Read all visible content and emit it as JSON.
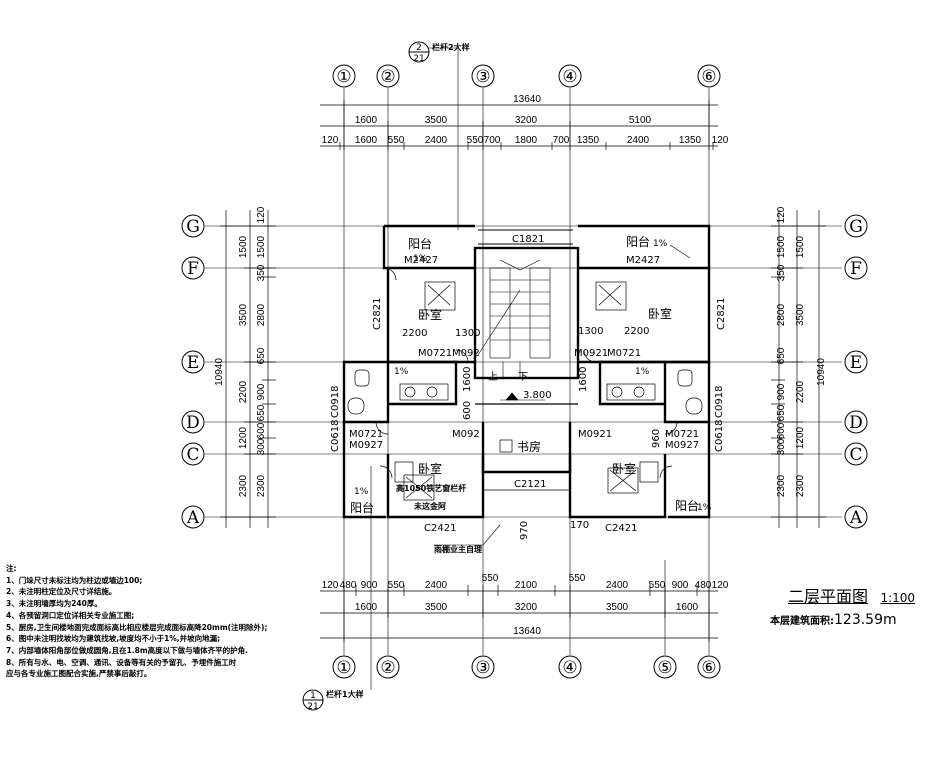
{
  "axes_top": [
    "①",
    "②",
    "③",
    "④",
    "⑥"
  ],
  "axes_bottom": [
    "①",
    "②",
    "③",
    "④",
    "⑤",
    "⑥"
  ],
  "axes_side": [
    "G",
    "F",
    "E",
    "D",
    "C",
    "A"
  ],
  "top_dims": {
    "total": "13640",
    "row1": [
      "1600",
      "3500",
      "3200",
      "5100"
    ],
    "row2": [
      "120",
      "1600",
      "550",
      "2400",
      "550",
      "700",
      "1800",
      "700",
      "1350",
      "2400",
      "1350",
      "120"
    ]
  },
  "bottom_dims": {
    "total": "13640",
    "row1": [
      "1600",
      "3500",
      "3200",
      "3500",
      "1600"
    ],
    "row2": [
      "120",
      "480",
      "900",
      "550",
      "2400",
      "550",
      "2100",
      "550",
      "2400",
      "550",
      "900",
      "480",
      "120"
    ]
  },
  "left_dims": {
    "total": "10940",
    "outer": [
      "1500",
      "3500",
      "2200",
      "1200",
      "2300"
    ],
    "inner": [
      "120",
      "1500",
      "350",
      "2800",
      "650",
      "900",
      "650",
      "600",
      "300",
      "2300"
    ]
  },
  "right_dims": {
    "total": "10940",
    "outer": [
      "1500",
      "3500",
      "2200",
      "1200",
      "2300"
    ],
    "inner": [
      "120",
      "1500",
      "350",
      "2800",
      "650",
      "900",
      "650",
      "600",
      "300",
      "2300"
    ]
  },
  "rooms": {
    "balcony_top_left": "阳台",
    "balcony_top_right": "阳台",
    "bedroom_left": "卧室",
    "bedroom_right": "卧室",
    "study": "书房",
    "bedroom_bottom_left": "卧室",
    "bedroom_bottom_right": "卧室",
    "balcony_bottom_left": "阳台",
    "balcony_bottom_right": "阳台",
    "stair_up": "上",
    "stair_down": "下",
    "level": "3.800"
  },
  "labels": {
    "c1821": "C1821",
    "m2427_l": "M2427",
    "m2427_r": "M2427",
    "c2821_l": "C2821",
    "c2821_r": "C2821",
    "d2200_l": "2200",
    "d1300_l": "1300",
    "d1300_r": "1300",
    "d2200_r": "2200",
    "m0721_l": "M0721",
    "m092_l": "M092",
    "m092_r": "M0921",
    "m0721_r": "M0721",
    "c0918_l": "C0918",
    "c0918_r": "C0918",
    "d1600_l": "1600",
    "d1600_r": "1600",
    "m0927_l": "M0927",
    "m0927_r": "M0927",
    "m092b_l": "M092",
    "m092b_r": "M0921",
    "c0618_l": "C0618",
    "c0618_r": "C0618",
    "m0721b_l": "M0721",
    "m0721b_r": "M0721",
    "c2121": "C2121",
    "c2421_l": "C2421",
    "c2421_r": "C2421",
    "d960": "960",
    "d970": "970",
    "d170": "170",
    "d600": "600",
    "rail_note": "高1050铁艺窗栏杆",
    "awning": "未这金阿",
    "rain_note": "雨棚业主自理",
    "pct_1": "1%",
    "pct_2": "1%",
    "pct_3": "1%",
    "pct_4": "1%",
    "pct_5": "1%",
    "pct_6": "1%",
    "rail2": "栏杆2大样",
    "rail1": "栏杆1大样",
    "detail_num_top": "2",
    "detail_den_top": "21",
    "detail_num_bot": "1",
    "detail_den_bot": "21"
  },
  "notes": [
    "注:",
    "1、门垛尺寸未标注均为柱边或墙边100;",
    "2、未注明柱定位及尺寸详结施。",
    "3、未注明墙厚均为240厚。",
    "4、各预留洞口定位详相关专业施工图;",
    "5、厨房,卫生间楼地面完成面标高比相应楼层完成面标高降20mm(注明除外);",
    "6、图中未注明找坡均为建筑找坡,坡度均不小于1%,并坡向地漏;",
    "7、内部墙体阳角部位做成圆角,且在1.8m高度以下做与墙体齐平的护角.",
    "8、所有与水、电、空调、通讯、设备等有关的予留孔、予埋件施工时",
    "   应与各专业施工图配合实施,严禁事后敲打。"
  ],
  "title": {
    "main": "二层平面图",
    "scale": "1:100"
  },
  "area": {
    "label": "本层建筑面积:",
    "value": "123.59m"
  }
}
